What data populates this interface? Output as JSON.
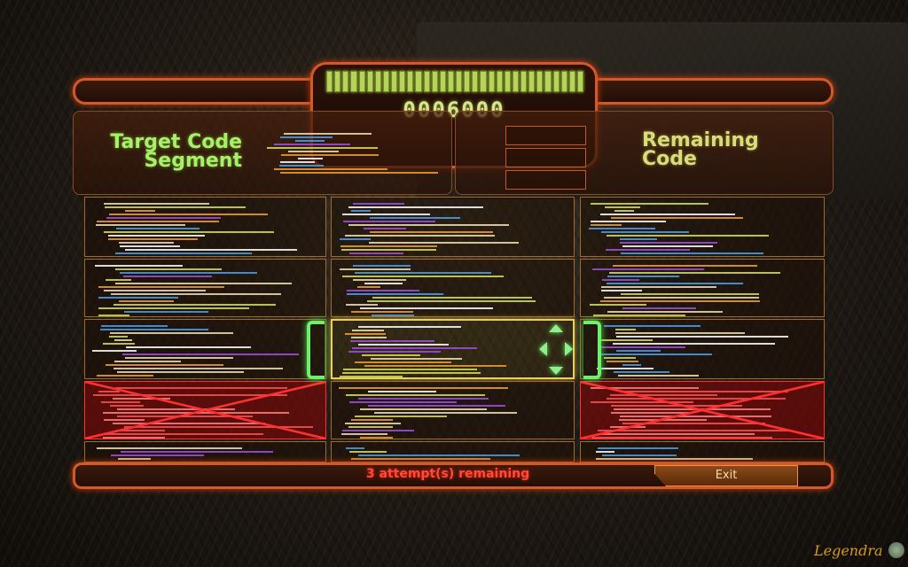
{
  "hud": {
    "score": "0006000",
    "progress_segments": 32,
    "progress_filled": 32
  },
  "target": {
    "title_line1": "Target Code",
    "title_line2": "Segment"
  },
  "remaining": {
    "title_line1": "Remaining",
    "title_line2": "Code"
  },
  "grid": {
    "rows": 5,
    "cols": 3,
    "selected": {
      "row": 3,
      "col": 2
    },
    "blocked": [
      {
        "row": 4,
        "col": 1
      },
      {
        "row": 4,
        "col": 3
      }
    ]
  },
  "footer": {
    "attempts": "3 attempt(s) remaining",
    "exit_label": "Exit"
  },
  "watermark": "Legendra",
  "colors": {
    "accent": "#d5582a",
    "green": "#6ef06a",
    "score": "#d6e48a",
    "danger": "#ff4a3a"
  }
}
